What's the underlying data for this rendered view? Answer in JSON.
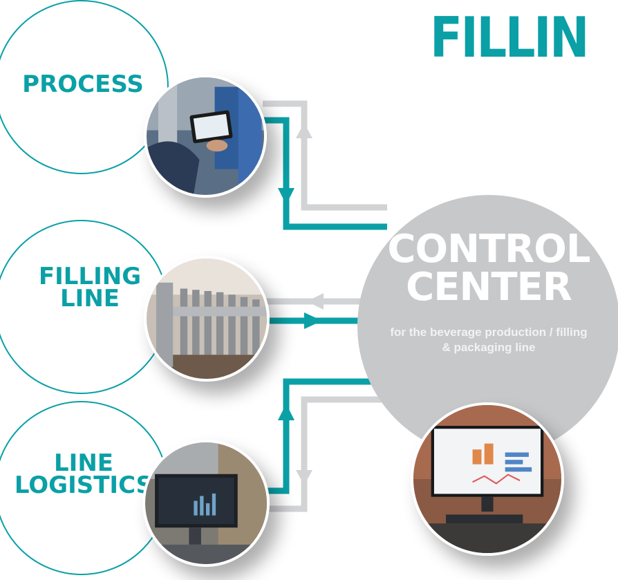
{
  "headline": "FILLIN",
  "nodes": {
    "process": {
      "label": "PROCESS",
      "photo": "operator-with-tablet-photo"
    },
    "filling_line": {
      "label": "FILLING\nLINE",
      "photo": "filling-machine-photo"
    },
    "line_logistics": {
      "label": "LINE\nLOGISTICS",
      "photo": "warehouse-monitor-photo"
    }
  },
  "control_center": {
    "title": "CONTROL\nCENTER",
    "subtitle": "for the beverage production / filling & packaging line",
    "photo": "desktop-dashboard-photo"
  },
  "colors": {
    "teal": "#0aa0a6",
    "gray_arrow": "#d2d3d5",
    "control_circle": "#c7c8ca"
  }
}
